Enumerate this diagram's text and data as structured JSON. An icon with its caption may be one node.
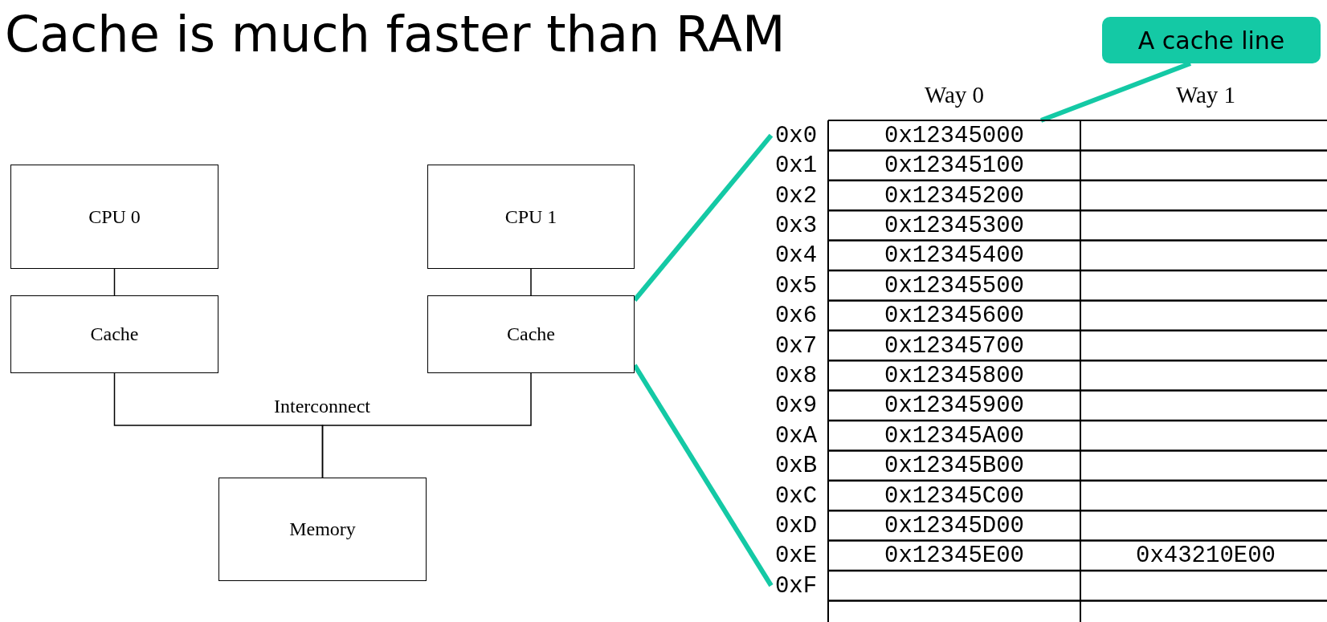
{
  "diagram": {
    "title": "Cache is much faster than RAM",
    "nodes": [
      {
        "text": [
          "CPU 0"
        ]
      },
      {
        "text": [
          "CPU 1"
        ]
      },
      {
        "text": [
          "Cache"
        ]
      },
      {
        "text": [
          "Cache"
        ]
      },
      {
        "text": [
          "Memory"
        ]
      },
      {
        "text": [
          "A cache line"
        ]
      },
      {
        "text": [],
        "shape": "box",
        "beside": [
          "Way 0",
          "Way 1"
        ]
      }
    ],
    "edges": [
      {
        "from": 0,
        "to": 2,
        "arrow": "none"
      },
      {
        "from": 1,
        "to": 3,
        "arrow": "none"
      },
      {
        "from": 2,
        "to": 4,
        "arrow": "none"
      },
      {
        "from": 3,
        "to": 4,
        "arrow": "none"
      },
      {
        "from": 3,
        "to": 6,
        "arrow": "none",
        "style": "thick",
        "color": "#14c9a5"
      },
      {
        "from": 3,
        "to": 6,
        "arrow": "none",
        "style": "thick",
        "color": "#14c9a5"
      },
      {
        "from": 5,
        "to": 6,
        "arrow": "none",
        "style": "thick",
        "color": "#14c9a5"
      }
    ],
    "labels": [
      "Interconnect",
      "0x0",
      "0x12345000",
      "0x1",
      "0x12345100",
      "0x2",
      "0x12345200",
      "0x3",
      "0x12345300",
      "0x4",
      "0x12345400",
      "0x5",
      "0x12345500",
      "0x6",
      "0x12345600",
      "0x7",
      "0x12345700",
      "0x8",
      "0x12345800",
      "0x9",
      "0x12345900",
      "0xA",
      "0x12345A00",
      "0xB",
      "0x12345B00",
      "0xC",
      "0x12345C00",
      "0xD",
      "0x12345D00",
      "0xE",
      "0x12345E00",
      "0x43210E00",
      "0xF"
    ]
  }
}
